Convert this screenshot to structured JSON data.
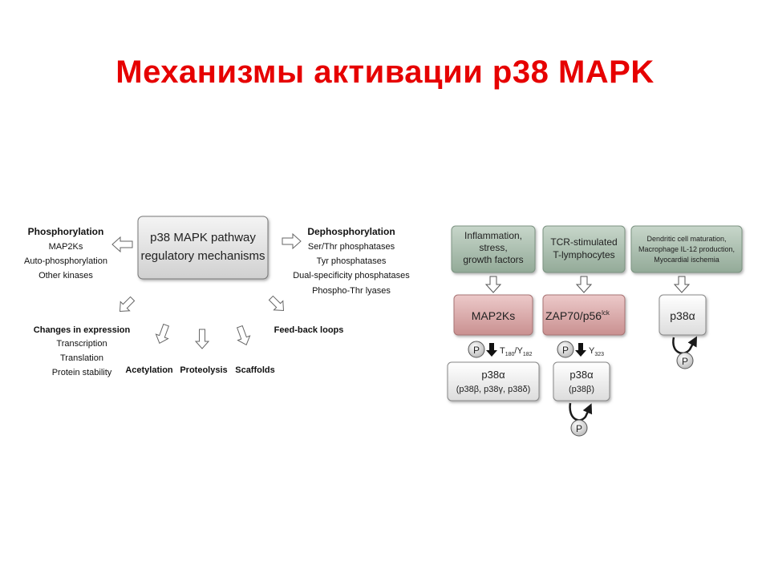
{
  "slide": {
    "title": "Механизмы активации p38 MAPK"
  },
  "left_diagram": {
    "center_box": [
      "p38 MAPK pathway",
      "regulatory mechanisms"
    ],
    "phosphorylation": {
      "heading": "Phosphorylation",
      "items": [
        "MAP2Ks",
        "Auto-phosphorylation",
        "Other kinases"
      ]
    },
    "dephosphorylation": {
      "heading": "Dephosphorylation",
      "items": [
        "Ser/Thr phosphatases",
        "Tyr phosphatases",
        "Dual-specificity phosphatases",
        "Phospho-Thr lyases"
      ]
    },
    "expression": {
      "heading": "Changes in expression",
      "items": [
        "Transcription",
        "Translation",
        "Protein stability"
      ]
    },
    "acetylation": "Acetylation",
    "proteolysis": "Proteolysis",
    "scaffolds": "Scaffolds",
    "feedback": "Feed-back loops"
  },
  "right_diagram": {
    "col1": {
      "stimulus": [
        "Inflammation,",
        "stress,",
        "growth factors"
      ],
      "kinase": "MAP2Ks",
      "p_label": "P",
      "site": "T",
      "site_sub1": "180",
      "site_mid": "/Y",
      "site_sub2": "182",
      "target_line1": "p38α",
      "target_line2": "(p38β, p38γ, p38δ)"
    },
    "col2": {
      "stimulus": [
        "TCR-stimulated",
        "T-lymphocytes"
      ],
      "kinase": "ZAP70/p56",
      "kinase_sup": "lck",
      "p_label": "P",
      "site": "Y",
      "site_sub": "323",
      "target_line1": "p38α",
      "target_line2": "(p38β)",
      "auto_p": "P"
    },
    "col3": {
      "stimulus": [
        "Dendritic cell maturation,",
        "Macrophage IL-12 production,",
        "Myocardial ischemia"
      ],
      "target": "p38α",
      "auto_p": "P"
    }
  },
  "colors": {
    "title": "#e60000",
    "stimulus_box": "#a9bfae",
    "kinase_box": "#d6a6a6",
    "target_box": "#eeeeee",
    "p_circle": "#d8d8d8"
  }
}
